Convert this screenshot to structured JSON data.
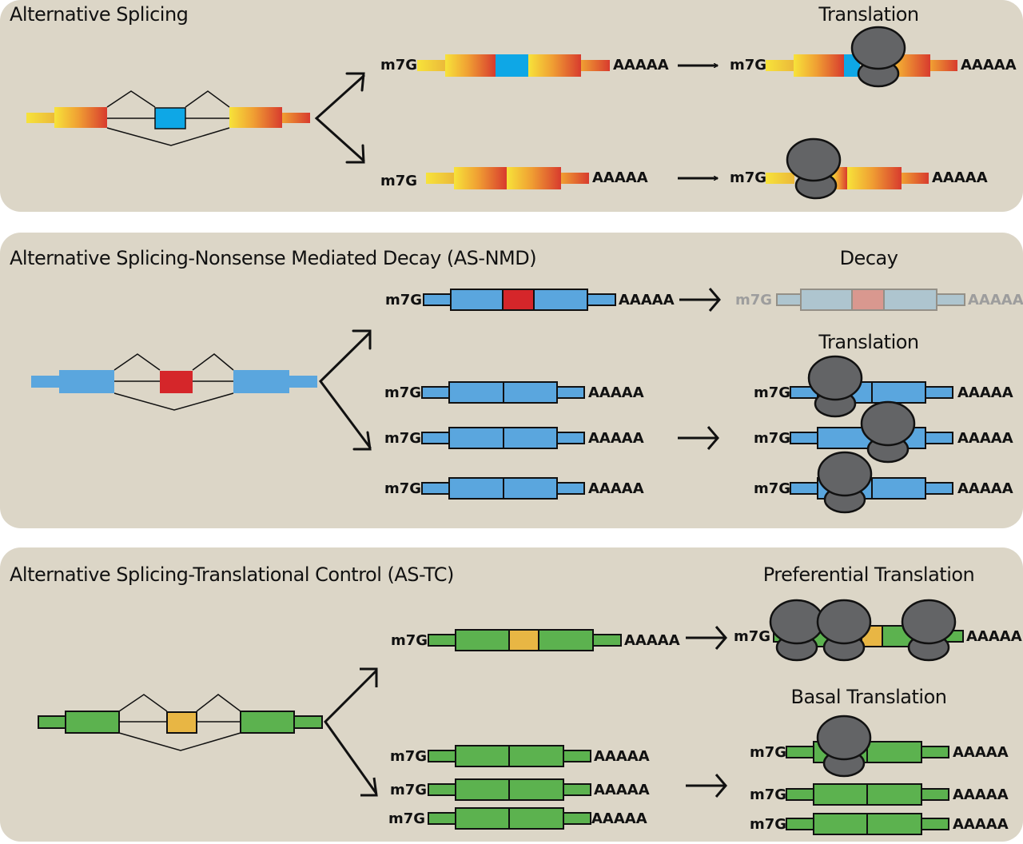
{
  "colors": {
    "panel_bg": "#dcd6c7",
    "exon_yellow": "#f7e33a",
    "exon_red_gradient_end": "#d83b2e",
    "exon_blue_cyan": "#0ea7e6",
    "exon_blue": "#5aa6de",
    "exon_red": "#d5262a",
    "exon_green": "#5cb24f",
    "exon_gold": "#e8b644",
    "ribosome": "#636466"
  },
  "labels": {
    "cap": "m7G",
    "polya": "AAAAA"
  },
  "panels": [
    {
      "title": "Alternative Splicing",
      "right_titles": [
        "Translation"
      ]
    },
    {
      "title": "Alternative Splicing-Nonsense Mediated Decay (AS-NMD)",
      "right_titles": [
        "Decay",
        "Translation"
      ]
    },
    {
      "title": "Alternative Splicing-Translational Control (AS-TC)",
      "right_titles": [
        "Preferential Translation",
        "Basal Translation"
      ]
    }
  ]
}
